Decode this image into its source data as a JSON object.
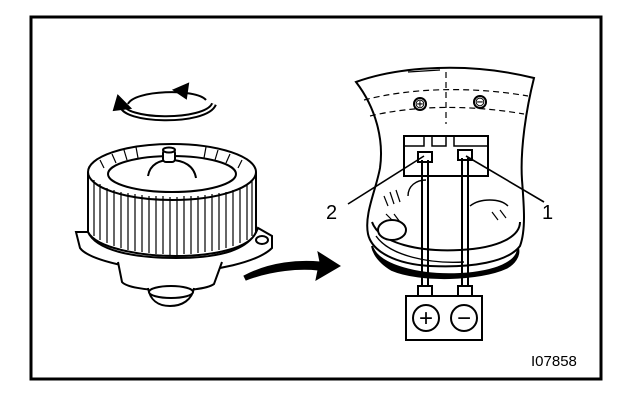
{
  "figure": {
    "callouts": [
      "1",
      "2"
    ],
    "figure_code": "I07858",
    "terminal_symbols": [
      "⊕",
      "⊖"
    ],
    "battery_symbols": [
      "+",
      "−"
    ]
  },
  "colors": {
    "line": "#000000",
    "background": "#ffffff"
  },
  "icons": [
    "rotation-arrow-icon",
    "direction-arrow-icon"
  ]
}
